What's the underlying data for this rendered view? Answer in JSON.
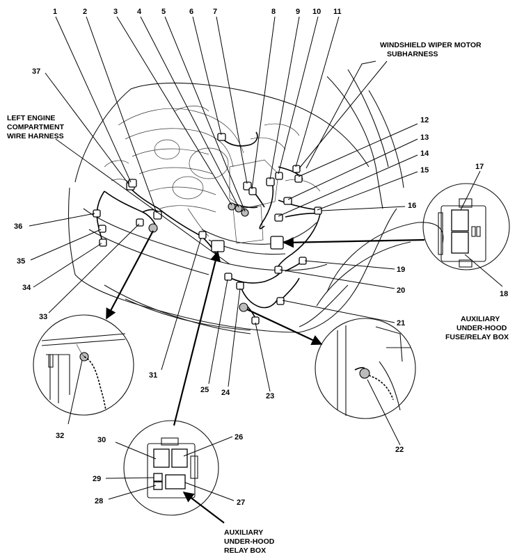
{
  "callout_numbers": [
    "1",
    "2",
    "3",
    "4",
    "5",
    "6",
    "7",
    "8",
    "9",
    "10",
    "11",
    "12",
    "13",
    "14",
    "15",
    "16",
    "17",
    "18",
    "19",
    "20",
    "21",
    "22",
    "23",
    "24",
    "25",
    "26",
    "27",
    "28",
    "29",
    "30",
    "31",
    "32",
    "33",
    "34",
    "35",
    "36",
    "37"
  ],
  "labels": {
    "windshield_wiper_motor_subharness": [
      "WINDSHIELD WIPER MOTOR",
      "SUBHARNESS"
    ],
    "left_engine_compartment_wire_harness": [
      "LEFT ENGINE",
      "COMPARTMENT",
      "WIRE HARNESS"
    ],
    "auxiliary_under_hood_fuse_relay_box": [
      "AUXILIARY",
      "UNDER-HOOD",
      "FUSE/RELAY BOX"
    ],
    "auxiliary_under_hood_relay_box": [
      "AUXILIARY",
      "UNDER-HOOD",
      "RELAY BOX"
    ]
  }
}
